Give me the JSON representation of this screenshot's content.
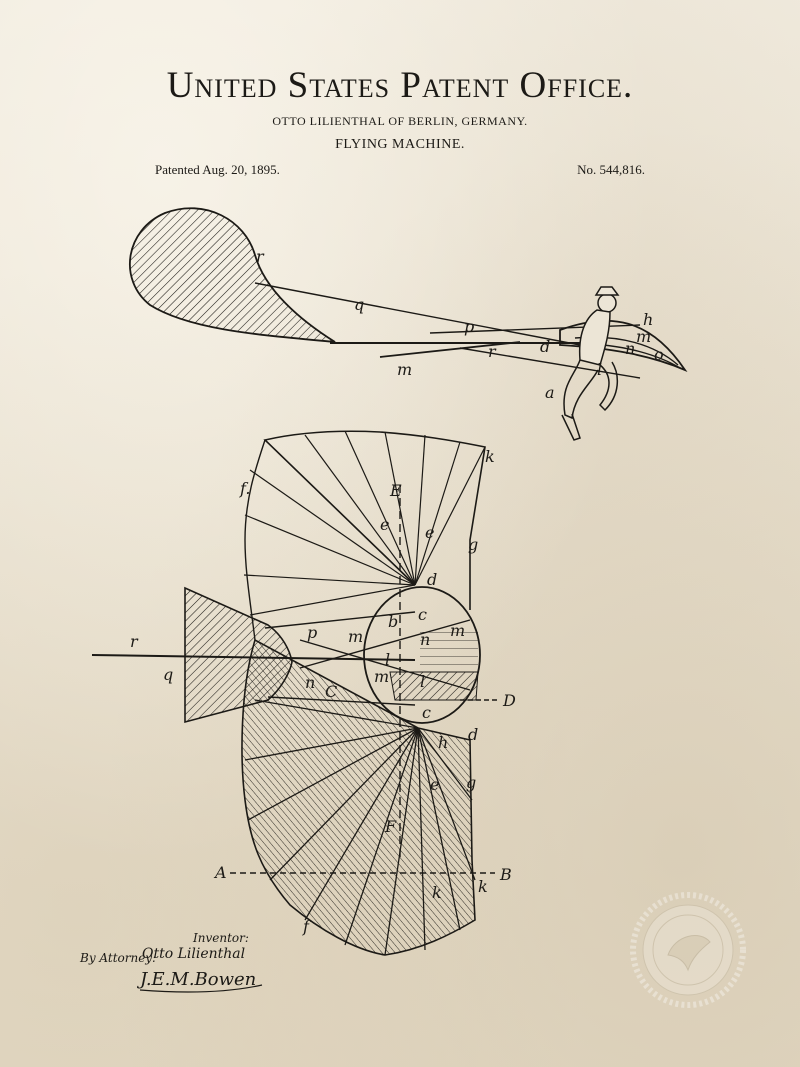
{
  "header": {
    "office": "United States Patent Office.",
    "inventor_line": "OTTO LILIENTHAL OF BERLIN, GERMANY.",
    "title": "FLYING MACHINE.",
    "patented": "Patented Aug. 20, 1895.",
    "number": "No. 544,816."
  },
  "figure1_labels": {
    "r": "r",
    "q": "q",
    "p": "p",
    "r2": "r",
    "m": "m",
    "h": "h",
    "m2": "m",
    "d": "d",
    "n": "n",
    "o": "o",
    "l": "l",
    "a": "a"
  },
  "figure2_labels": {
    "k": "k",
    "f": "f.",
    "E": "E",
    "e": "e",
    "e2": "e",
    "g": "g",
    "d": "d",
    "c": "c",
    "r": "r",
    "q": "q",
    "p": "p",
    "m": "m",
    "m2": "m",
    "b": "b",
    "n": "n",
    "n2": "n",
    "l": "l",
    "l2": "l",
    "m3": "m",
    "C": "C",
    "D": "D",
    "c2": "c",
    "h": "h",
    "d2": "d",
    "g2": "g",
    "e3": "e",
    "F": "F",
    "A": "A",
    "B": "B",
    "k2": "k",
    "k3": "k",
    "f2": "f"
  },
  "signature": {
    "inventor_label": "Inventor:",
    "inventor_name": "Otto Lilienthal",
    "attorney_label": "By Attorney:",
    "attorney_name": "J.E.M.Bowen"
  },
  "seal_icon": "eagle-seal-icon",
  "colors": {
    "ink": "#1c1a16",
    "paper": "#ece5d6"
  }
}
